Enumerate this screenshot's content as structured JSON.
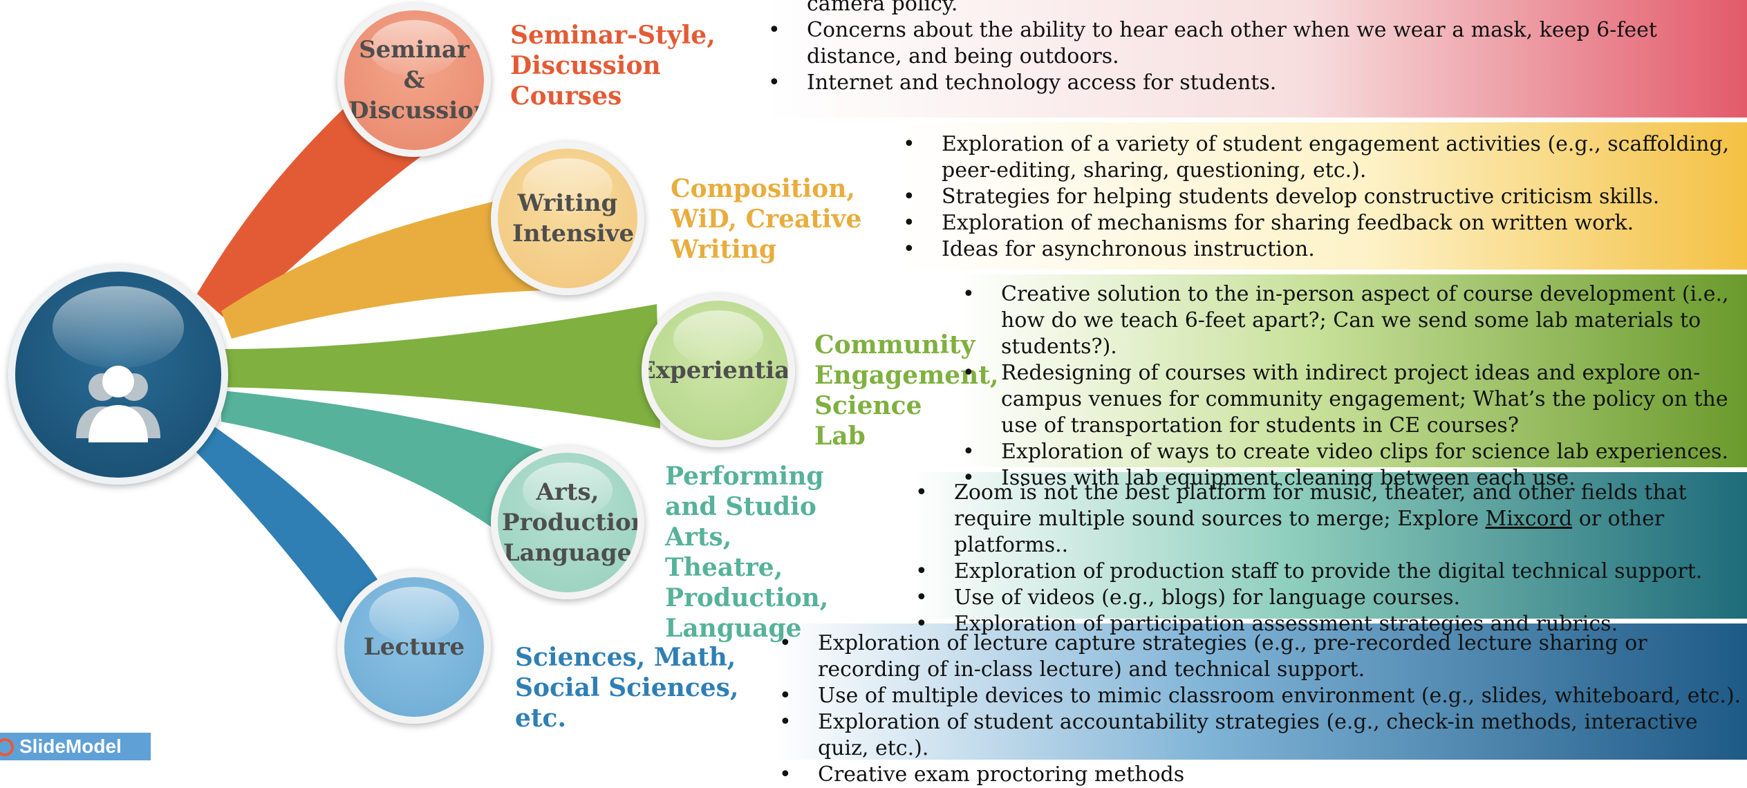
{
  "center": {
    "icon": "users-icon",
    "color": "#1f5a80"
  },
  "rows": [
    {
      "circle_label": "Seminar & Discussion",
      "category": "Seminar-Style, Discussion Courses",
      "color": "#e35b35",
      "bullets": [
        {
          "text": "camera policy.",
          "bullet": false
        },
        {
          "text": "Concerns about the ability to hear each other when we wear a mask, keep 6-feet distance, and being outdoors.",
          "bullet": true
        },
        {
          "text": "Internet and technology access for students.",
          "bullet": true
        }
      ]
    },
    {
      "circle_label": "Writing Intensive",
      "category": "Composition, WiD, Creative Writing",
      "color": "#e8ad3e",
      "bullets": [
        {
          "text": "Exploration of a variety of student engagement activities (e.g., scaffolding, peer-editing, sharing, questioning, etc.).",
          "bullet": true
        },
        {
          "text": "Strategies for helping students develop constructive criticism skills.",
          "bullet": true
        },
        {
          "text": "Exploration of mechanisms for sharing feedback on written work.",
          "bullet": true
        },
        {
          "text": "Ideas for asynchronous instruction.",
          "bullet": true
        }
      ]
    },
    {
      "circle_label": "Experiential",
      "category": "Community Engagement, Science Lab",
      "color": "#7fb040",
      "bullets": [
        {
          "text": "Creative solution to the in-person aspect of course development (i.e., how do we teach 6-feet apart?; Can we send some lab materials to students?).",
          "bullet": true
        },
        {
          "text": "Redesigning of courses with indirect project ideas and explore on-campus venues for community engagement; What’s the policy on the use of transportation for students in CE courses?",
          "bullet": true
        },
        {
          "text": "Exploration of ways to create video clips for science lab experiences.",
          "bullet": true
        },
        {
          "text": "Issues with lab equipment cleaning between each use.",
          "bullet": true
        }
      ]
    },
    {
      "circle_label": "Arts, Production, Language",
      "category": "Performing and Studio Arts, Theatre, Production, Language",
      "color": "#56b29a",
      "bullets": [
        {
          "text": "Zoom is not the best platform for music, theater, and other fields that require multiple sound sources to merge; Explore ",
          "link": "Mixcord",
          "after": " or other platforms..",
          "bullet": true
        },
        {
          "text": "Exploration of production staff to provide the digital technical support.",
          "bullet": true
        },
        {
          "text": "Use of videos (e.g., blogs) for language courses.",
          "bullet": true
        },
        {
          "text": "Exploration of participation assessment strategies and rubrics.",
          "bullet": true
        }
      ]
    },
    {
      "circle_label": "Lecture",
      "category": "Sciences, Math, Social Sciences, etc.",
      "color": "#2f7fb4",
      "bullets": [
        {
          "text": "Exploration of lecture capture strategies (e.g., pre-recorded lecture sharing or recording of in-class lecture) and technical support.",
          "bullet": true
        },
        {
          "text": "Use of multiple devices to mimic classroom environment (e.g., slides, whiteboard, etc.).",
          "bullet": true
        },
        {
          "text": "Exploration of student accountability strategies (e.g., check-in methods, interactive quiz, etc.).",
          "bullet": true
        },
        {
          "text": "Creative exam proctoring methods",
          "bullet": true
        }
      ]
    }
  ],
  "logo_text": "SlideModel"
}
